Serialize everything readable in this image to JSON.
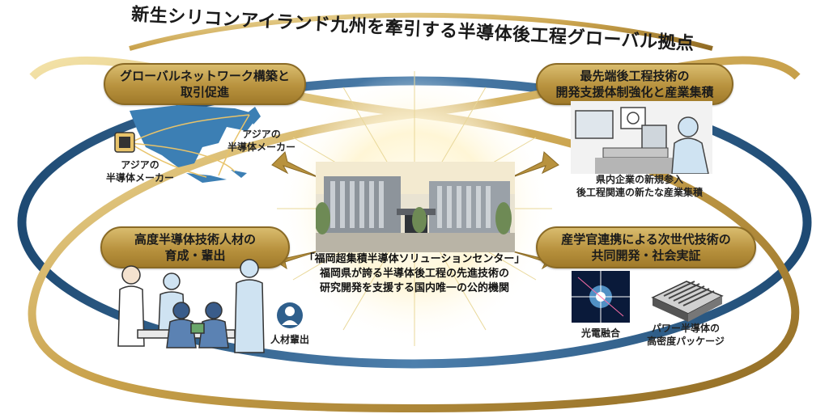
{
  "title": "新生シリコンアイランド九州を牽引する半導体後工程グローバル拠点",
  "center": {
    "name": "「福岡超集積半導体ソリューションセンター」",
    "desc1": "福岡県が誇る半導体後工程の先進技術の",
    "desc2": "研究開発を支援する国内唯一の公的機関"
  },
  "top_left": {
    "heading1": "グローバルネットワーク構築と",
    "heading2": "取引促進",
    "label_left1": "アジアの",
    "label_left2": "半導体メーカー",
    "label_right1": "アジアの",
    "label_right2": "半導体メーカー"
  },
  "top_right": {
    "heading1": "最先端後工程技術の",
    "heading2": "開発支援体制強化と産業集積",
    "caption1": "県内企業の新規参入",
    "caption2": "後工程関連の新たな産業集積"
  },
  "bottom_left": {
    "heading1": "高度半導体技術人材の",
    "heading2": "育成・輩出",
    "caption": "人材輩出"
  },
  "bottom_right": {
    "heading1": "産学官連携による次世代技術の",
    "heading2": "共同開発・社会実証",
    "caption_left": "光電融合",
    "caption_right1": "パワー半導体の",
    "caption_right2": "高密度パッケージ"
  },
  "colors": {
    "blue_ring": "#2f5f8c",
    "gold_ring": "#c9a24c",
    "pill_gold": "#b8923e"
  }
}
